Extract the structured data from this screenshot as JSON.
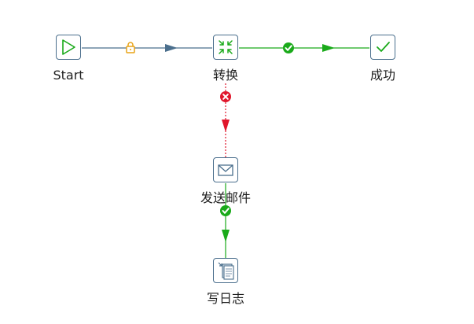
{
  "nodes": [
    {
      "id": "start",
      "label": "Start",
      "icon": "play-triangle-icon"
    },
    {
      "id": "transform",
      "label": "转换",
      "icon": "compress-arrows-icon"
    },
    {
      "id": "success",
      "label": "成功",
      "icon": "checkmark-icon"
    },
    {
      "id": "mail",
      "label": "发送邮件",
      "icon": "envelope-icon"
    },
    {
      "id": "log",
      "label": "写日志",
      "icon": "document-log-icon"
    }
  ],
  "hops": [
    {
      "from": "start",
      "to": "transform",
      "kind": "unconditional",
      "badge": "lock-icon"
    },
    {
      "from": "transform",
      "to": "success",
      "kind": "on-success",
      "badge": "check-circle-icon"
    },
    {
      "from": "transform",
      "to": "mail",
      "kind": "on-failure",
      "badge": "x-circle-icon"
    },
    {
      "from": "mail",
      "to": "log",
      "kind": "on-success",
      "badge": "check-circle-icon"
    }
  ],
  "colors": {
    "unconditional": "#4b6f8d",
    "success": "#1aaa1a",
    "failure": "#e0162b",
    "lock": "#e8a317",
    "node_border": "#4b6f8d"
  }
}
